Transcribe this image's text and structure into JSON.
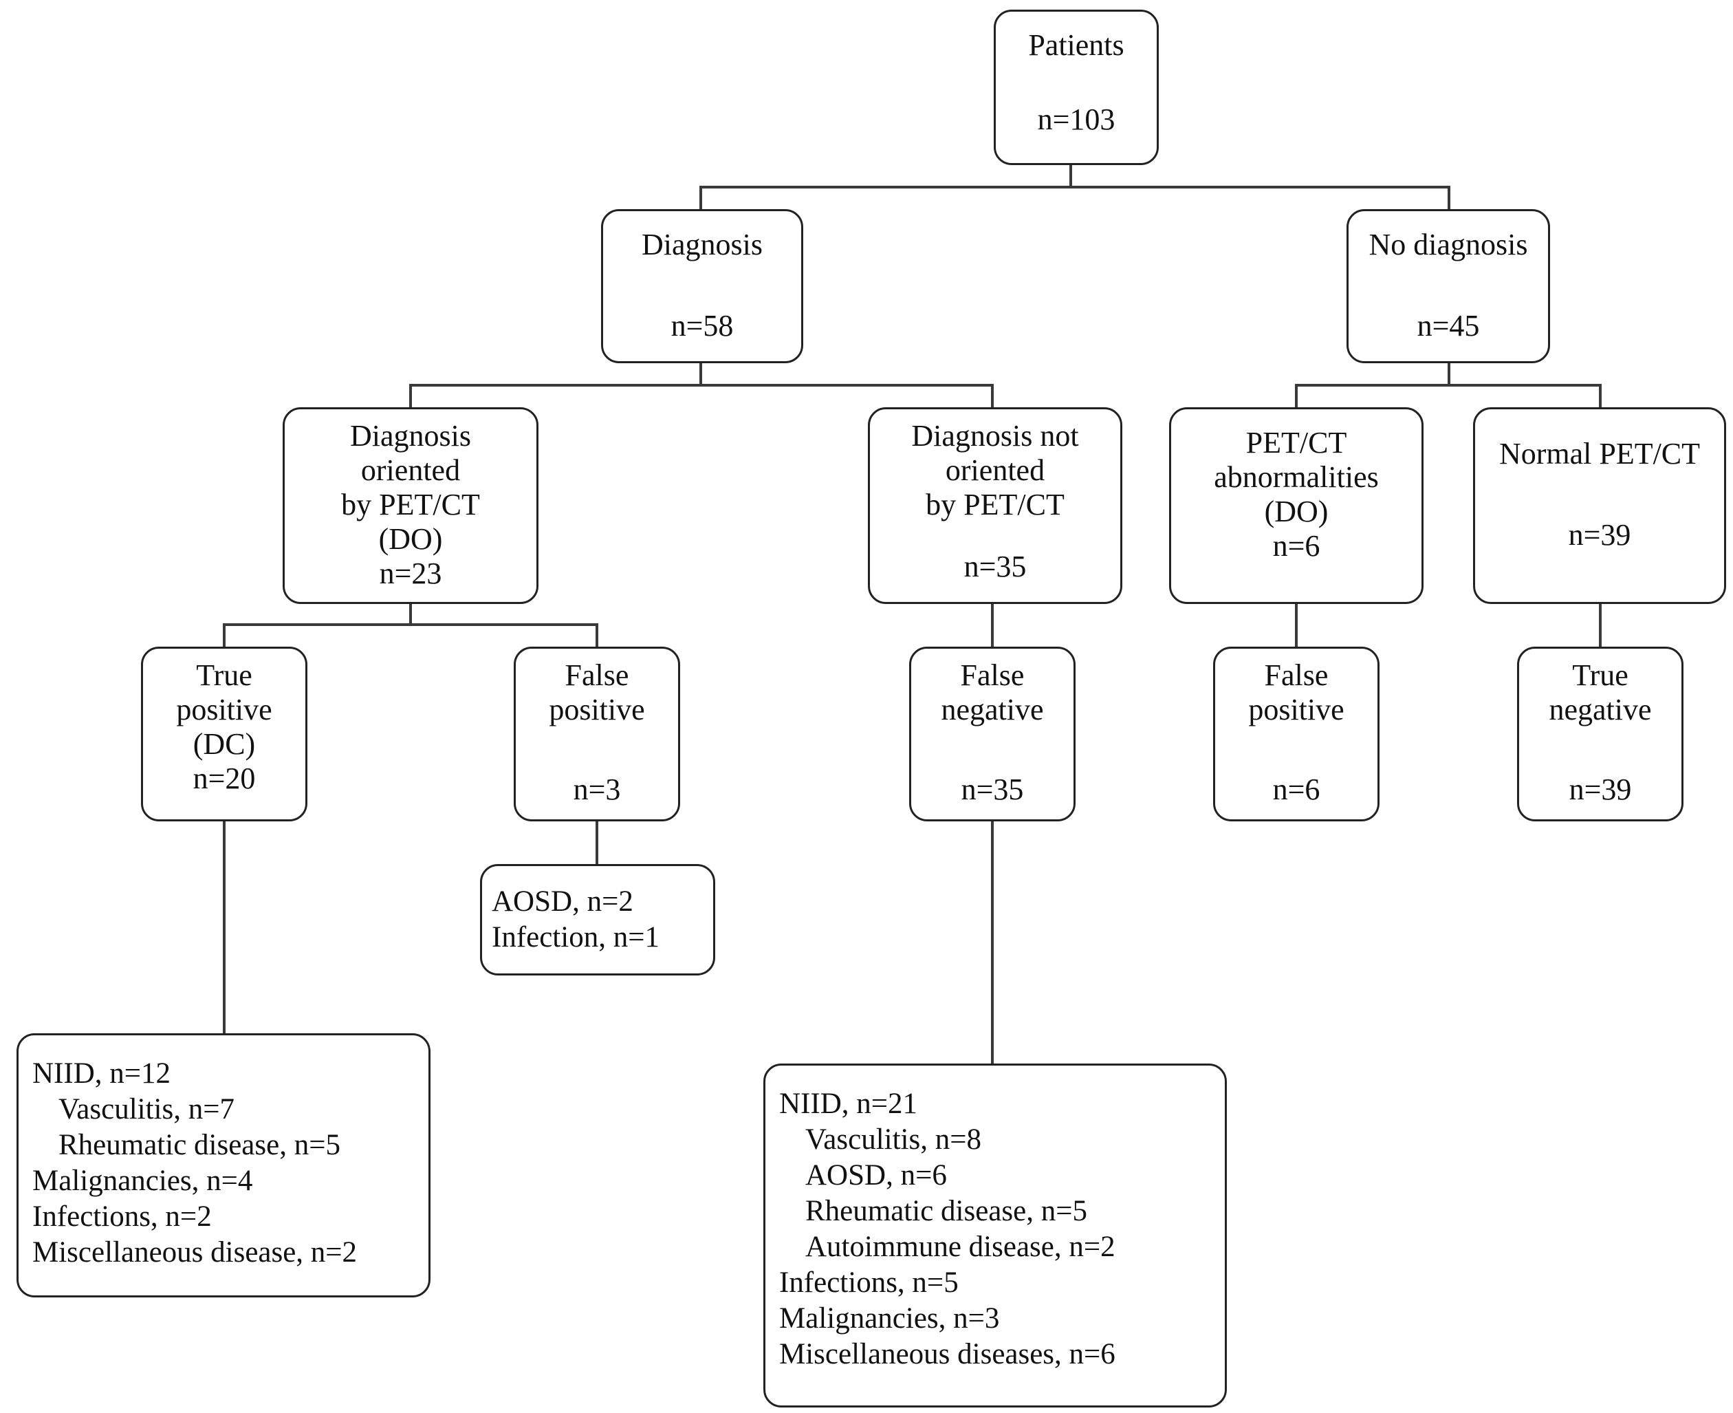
{
  "nodes": {
    "patients": {
      "lines": [
        "Patients",
        "",
        "n=103"
      ]
    },
    "diagnosis": {
      "lines": [
        "Diagnosis",
        "",
        "n=58"
      ]
    },
    "no_diagnosis": {
      "lines": [
        "No diagnosis",
        "",
        "n=45"
      ]
    },
    "diag_oriented": {
      "lines": [
        "Diagnosis",
        "oriented",
        "by PET/CT",
        "(DO)",
        "n=23"
      ]
    },
    "diag_not_oriented": {
      "lines": [
        "Diagnosis not",
        "oriented",
        "by PET/CT",
        "",
        "n=35"
      ]
    },
    "pet_abnormal": {
      "lines": [
        "PET/CT",
        "abnormalities",
        "(DO)",
        "n=6"
      ]
    },
    "normal_pet": {
      "lines": [
        "Normal PET/CT",
        "",
        "n=39"
      ]
    },
    "true_positive": {
      "lines": [
        "True",
        "positive",
        "(DC)",
        "n=20"
      ]
    },
    "false_positive_1": {
      "lines": [
        "False",
        "positive",
        "",
        "n=3"
      ]
    },
    "false_negative": {
      "lines": [
        "False",
        "negative",
        "",
        "n=35"
      ]
    },
    "false_positive_2": {
      "lines": [
        "False",
        "positive",
        "",
        "n=6"
      ]
    },
    "true_negative": {
      "lines": [
        "True",
        "negative",
        "",
        "n=39"
      ]
    },
    "fp_details": {
      "lines": [
        "AOSD, n=2",
        "Infection, n=1"
      ]
    },
    "tp_details": {
      "lines": [
        "NIID,  n=12",
        "Vasculitis, n=7",
        "Rheumatic disease, n=5",
        "Malignancies, n=4",
        "Infections, n=2",
        "Miscellaneous disease, n=2"
      ]
    },
    "fn_details": {
      "lines": [
        "NIID,  n=21",
        "Vasculitis, n=8",
        "AOSD,  n=6",
        "Rheumatic disease, n=5",
        "Autoimmune disease, n=2",
        "Infections, n=5",
        "Malignancies, n=3",
        "Miscellaneous diseases, n=6"
      ]
    }
  }
}
